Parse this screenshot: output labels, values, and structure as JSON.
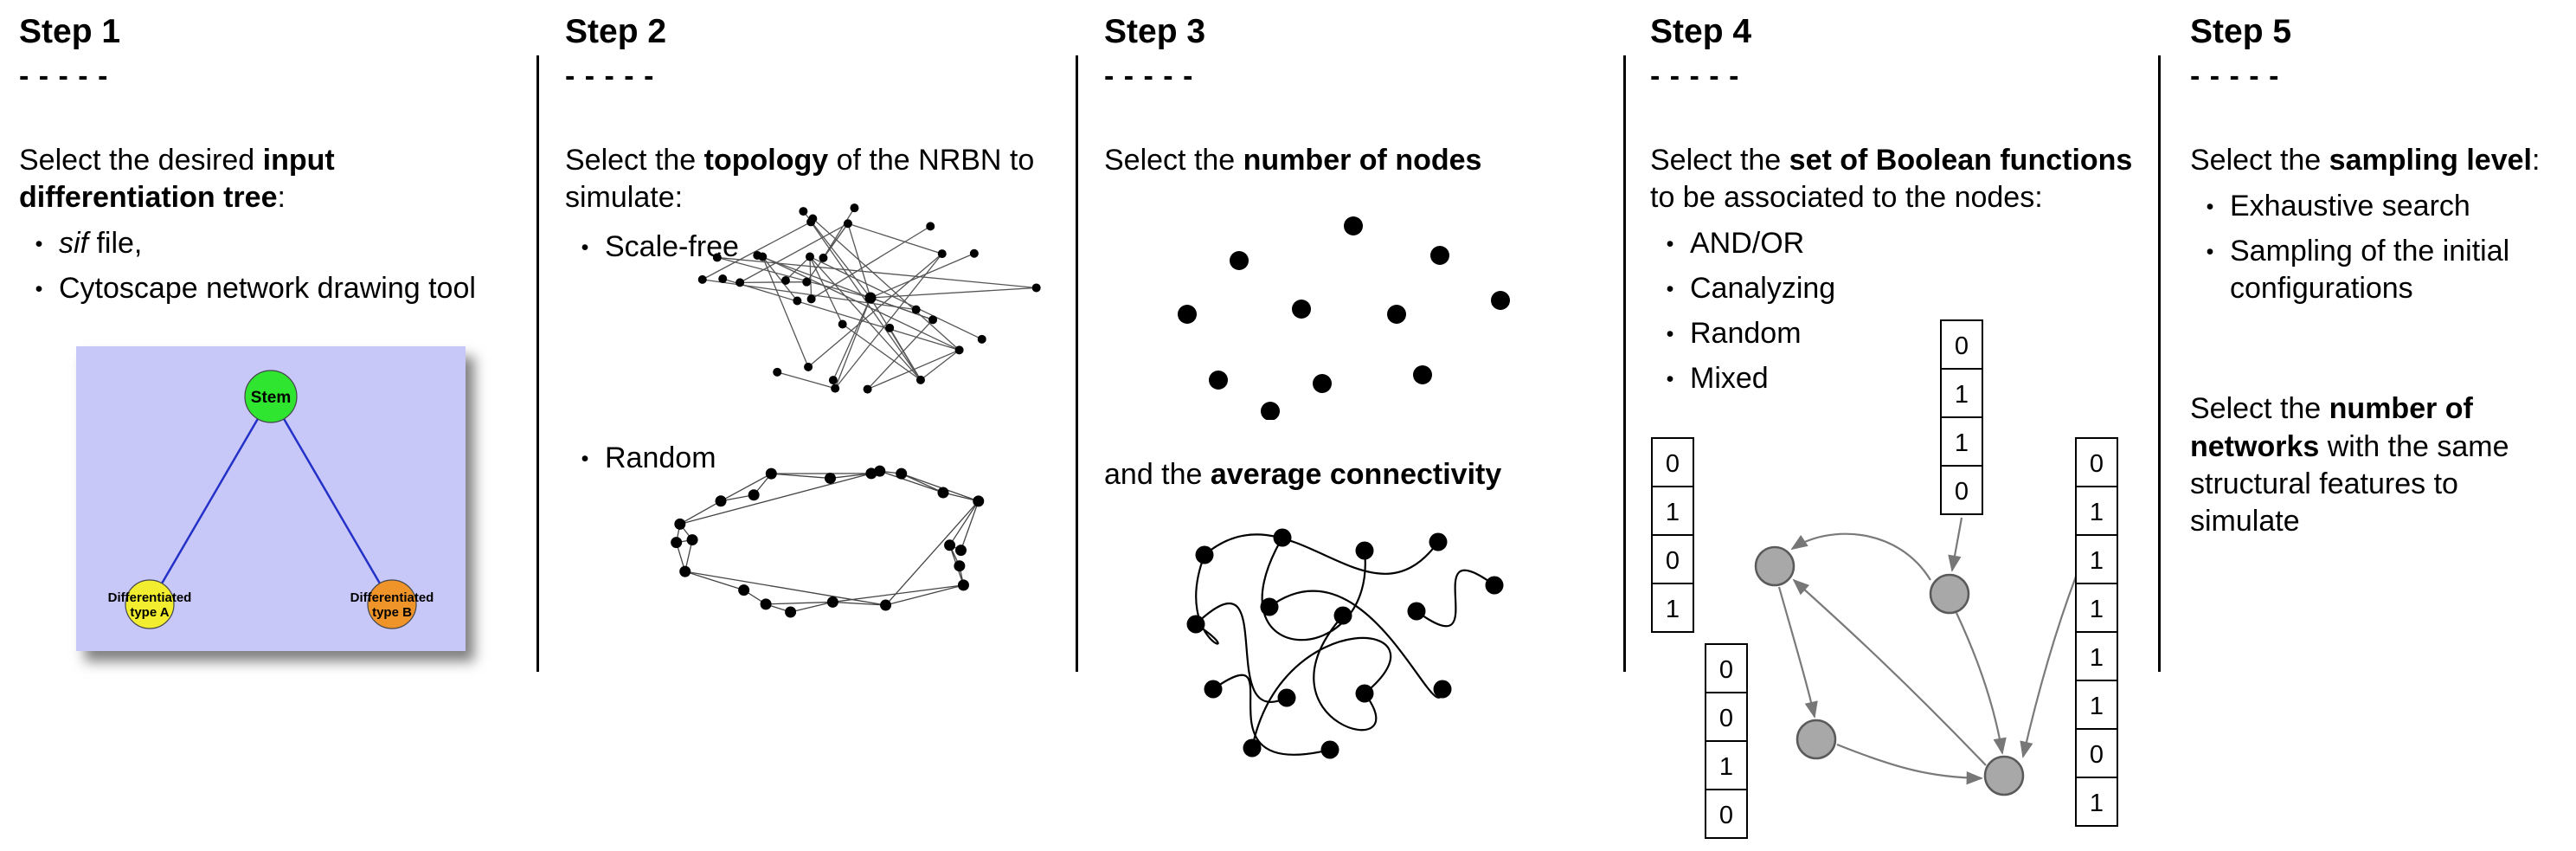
{
  "steps": [
    {
      "title": "Step 1",
      "dashes": "- - - - -",
      "intro": [
        {
          "t": "Select the desired "
        },
        {
          "t": "input differentiation tree",
          "b": true
        },
        {
          "t": ":"
        }
      ],
      "bullets": [
        [
          {
            "t": "sif",
            "i": true
          },
          {
            "t": " file,"
          }
        ],
        [
          {
            "t": "Cytoscape network drawing tool"
          }
        ]
      ],
      "tree": {
        "background": "#c7c7f8",
        "edge_color": "#2431c8",
        "nodes": [
          {
            "label_lines": [
              "Stem"
            ],
            "color": "#2fe52f"
          },
          {
            "label_lines": [
              "Differentiated",
              "type A"
            ],
            "color": "#f2ee2f"
          },
          {
            "label_lines": [
              "Differentiated",
              "type B"
            ],
            "color": "#ef9429"
          }
        ]
      }
    },
    {
      "title": "Step 2",
      "dashes": "- - - - -",
      "intro": [
        {
          "t": "Select the "
        },
        {
          "t": "topology",
          "b": true
        },
        {
          "t": " of the NRBN to simulate:"
        }
      ],
      "bullets": [
        [
          {
            "t": "Scale-free"
          }
        ],
        [
          {
            "t": "Random"
          }
        ]
      ]
    },
    {
      "title": "Step 3",
      "dashes": "- - - - -",
      "intro": [
        {
          "t": "Select the "
        },
        {
          "t": "number of nodes",
          "b": true
        }
      ],
      "intro2": [
        {
          "t": "and the "
        },
        {
          "t": "average connectivity",
          "b": true
        }
      ]
    },
    {
      "title": "Step 4",
      "dashes": "- - - - -",
      "intro": [
        {
          "t": "Select the "
        },
        {
          "t": "set of Boolean functions",
          "b": true
        },
        {
          "t": " to be associated to the nodes:"
        }
      ],
      "bullets": [
        [
          {
            "t": "AND/OR"
          }
        ],
        [
          {
            "t": "Canalyzing"
          }
        ],
        [
          {
            "t": "Random"
          }
        ],
        [
          {
            "t": "Mixed"
          }
        ]
      ],
      "truth_tables": {
        "left": [
          "0",
          "1",
          "0",
          "1"
        ],
        "top": [
          "0",
          "1",
          "1",
          "0"
        ],
        "bottom": [
          "0",
          "0",
          "1",
          "0"
        ],
        "right": [
          "0",
          "1",
          "1",
          "1",
          "1",
          "1",
          "0",
          "1"
        ]
      }
    },
    {
      "title": "Step 5",
      "dashes": "- - - - -",
      "intro": [
        {
          "t": "Select the "
        },
        {
          "t": "sampling level",
          "b": true
        },
        {
          "t": ":"
        }
      ],
      "bullets": [
        [
          {
            "t": "Exhaustive search"
          }
        ],
        [
          {
            "t": "Sampling of the initial configurations"
          }
        ]
      ],
      "intro2": [
        {
          "t": "Select the "
        },
        {
          "t": "number of networks",
          "b": true
        },
        {
          "t": " with the same structural features to simulate"
        }
      ]
    }
  ]
}
